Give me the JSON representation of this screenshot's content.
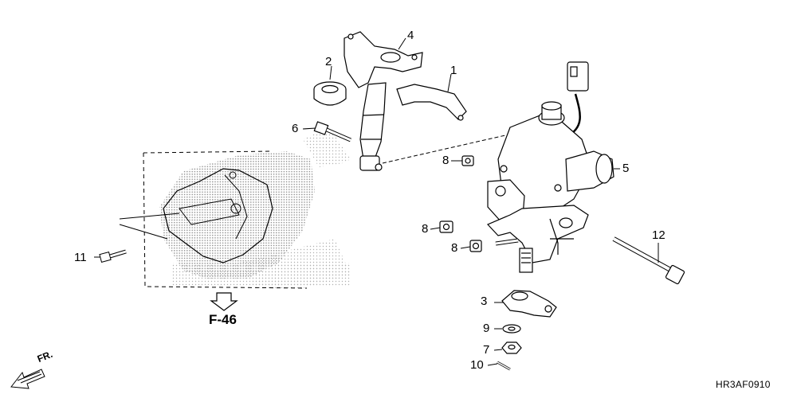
{
  "callouts": [
    {
      "id": "c1",
      "text": "1"
    },
    {
      "id": "c2",
      "text": "2"
    },
    {
      "id": "c3",
      "text": "3"
    },
    {
      "id": "c4",
      "text": "4"
    },
    {
      "id": "c5",
      "text": "5"
    },
    {
      "id": "c6",
      "text": "6"
    },
    {
      "id": "c7",
      "text": "7"
    },
    {
      "id": "c8a",
      "text": "8"
    },
    {
      "id": "c8b",
      "text": "8"
    },
    {
      "id": "c8c",
      "text": "8"
    },
    {
      "id": "c9",
      "text": "9"
    },
    {
      "id": "c10",
      "text": "10"
    },
    {
      "id": "c11",
      "text": "11"
    },
    {
      "id": "c12",
      "text": "12"
    }
  ],
  "reference": "F-46",
  "direction_label": "FR.",
  "diagram_code": "HR3AF0910",
  "colors": {
    "line": "#000000",
    "stipple": "#9a9a9a",
    "fill": "#ffffff"
  }
}
